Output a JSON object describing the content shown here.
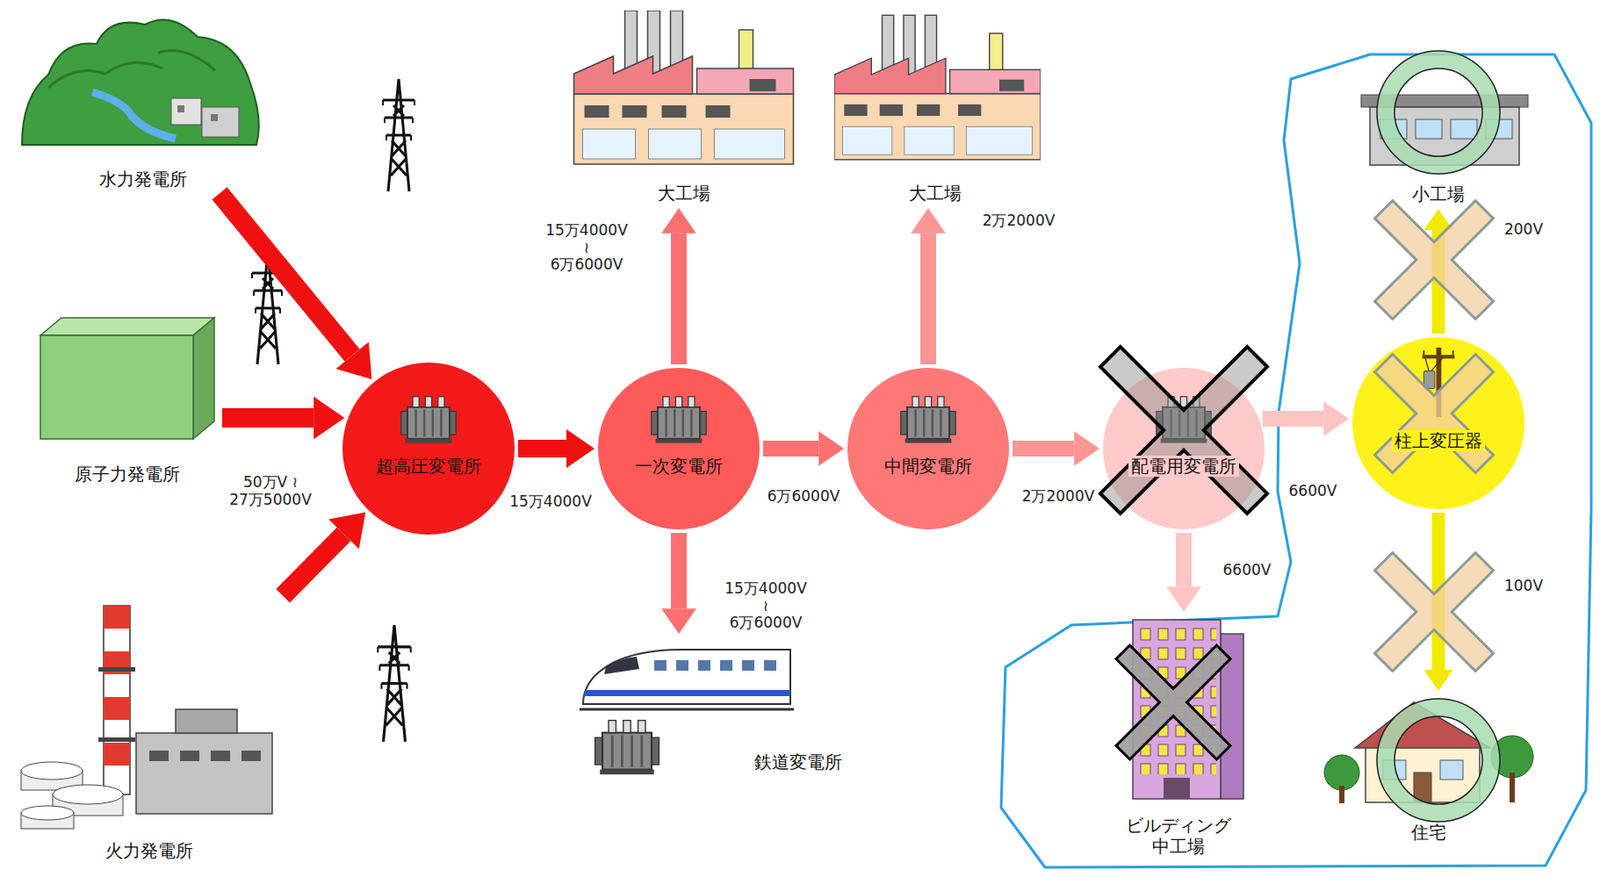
{
  "diagram": {
    "nodes": [
      {
        "text": [
          "水力発電所"
        ]
      },
      {
        "text": [
          "大工場"
        ]
      },
      {
        "text": [
          "大工場"
        ]
      },
      {
        "text": [
          "小工場"
        ]
      },
      {
        "text": [
          "原子力発電所"
        ]
      },
      {
        "text": [
          "超高圧変電所"
        ]
      },
      {
        "text": [
          "一次変電所"
        ]
      },
      {
        "text": [
          "中間変電所"
        ]
      },
      {
        "text": [
          "配電用変電所"
        ]
      },
      {
        "text": [
          "柱上変圧器"
        ]
      },
      {
        "text": [
          "鉄道変電所"
        ]
      },
      {
        "text": [
          "ビルディング 中工場"
        ]
      },
      {
        "text": [
          "住宅"
        ]
      },
      {
        "text": [
          "火力発電所"
        ]
      }
    ],
    "edges": [
      {
        "from": 0,
        "to": 5,
        "arrow": "to"
      },
      {
        "from": 4,
        "to": 5,
        "label": "50万V ≀ 27万5000V",
        "arrow": "to"
      },
      {
        "from": 13,
        "to": 5,
        "arrow": "to"
      },
      {
        "from": 5,
        "to": 6,
        "label": "15万4000V",
        "arrow": "to"
      },
      {
        "from": 6,
        "to": 1,
        "label": "15万4000V ≀ 6万6000V",
        "arrow": "to"
      },
      {
        "from": 6,
        "to": 7,
        "label": "6万6000V",
        "arrow": "to"
      },
      {
        "from": 6,
        "to": 10,
        "label": "15万4000V ≀ 6万6000V",
        "arrow": "to"
      },
      {
        "from": 7,
        "to": 2,
        "label": "2万2000V",
        "arrow": "to"
      },
      {
        "from": 7,
        "to": 8,
        "label": "2万2000V",
        "arrow": "to"
      },
      {
        "from": 8,
        "to": 9,
        "label": "6600V",
        "arrow": "to"
      },
      {
        "from": 8,
        "to": 11,
        "label": "6600V",
        "arrow": "to"
      },
      {
        "from": 9,
        "to": 3,
        "label": "200V",
        "arrow": "to"
      },
      {
        "from": 9,
        "to": 12,
        "label": "100V",
        "arrow": "to"
      }
    ]
  }
}
